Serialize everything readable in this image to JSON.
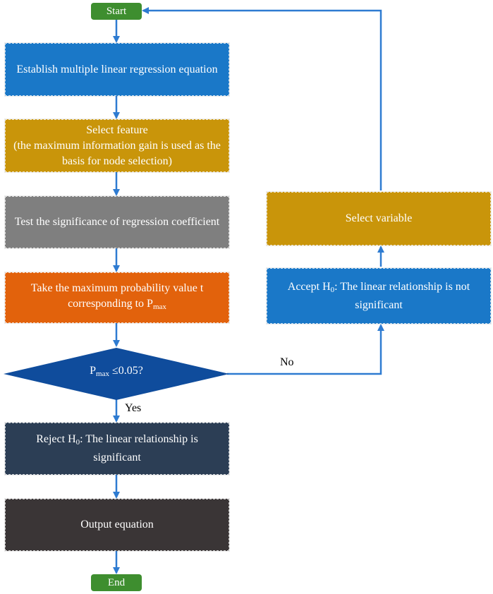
{
  "nodes": {
    "start": {
      "label": "Start",
      "color": "#3e8e2f"
    },
    "establish": {
      "label": "Establish multiple linear regression equation",
      "color": "#1a78c8"
    },
    "select_feature": {
      "line1": "Select feature",
      "line2": "(the maximum information gain is used as the basis for node selection)",
      "color": "#c9950a"
    },
    "test_significance": {
      "label": "Test the significance of regression coefficient",
      "color": "#7f7f7f"
    },
    "take_max": {
      "prefix": "Take the maximum probability value t corresponding to P",
      "sub": "max",
      "color": "#e2620c"
    },
    "decision": {
      "p": "P",
      "sub": "max",
      "suffix": " ≤0.05?",
      "color": "#0f4c9c"
    },
    "reject": {
      "prefix": "Reject H",
      "sub": "0",
      "suffix": ": The linear relationship is significant",
      "color": "#2c3e55"
    },
    "output": {
      "label": "Output equation",
      "color": "#3a3536"
    },
    "end": {
      "label": "End",
      "color": "#3e8e2f"
    },
    "accept": {
      "prefix": "Accept H",
      "sub": "0",
      "suffix": ": The linear relationship is not significant",
      "color": "#1a78c8"
    },
    "select_variable": {
      "label": "Select variable",
      "color": "#c9950a"
    }
  },
  "edge_labels": {
    "no": "No",
    "yes": "Yes"
  },
  "arrow_color": "#2e7bd1"
}
